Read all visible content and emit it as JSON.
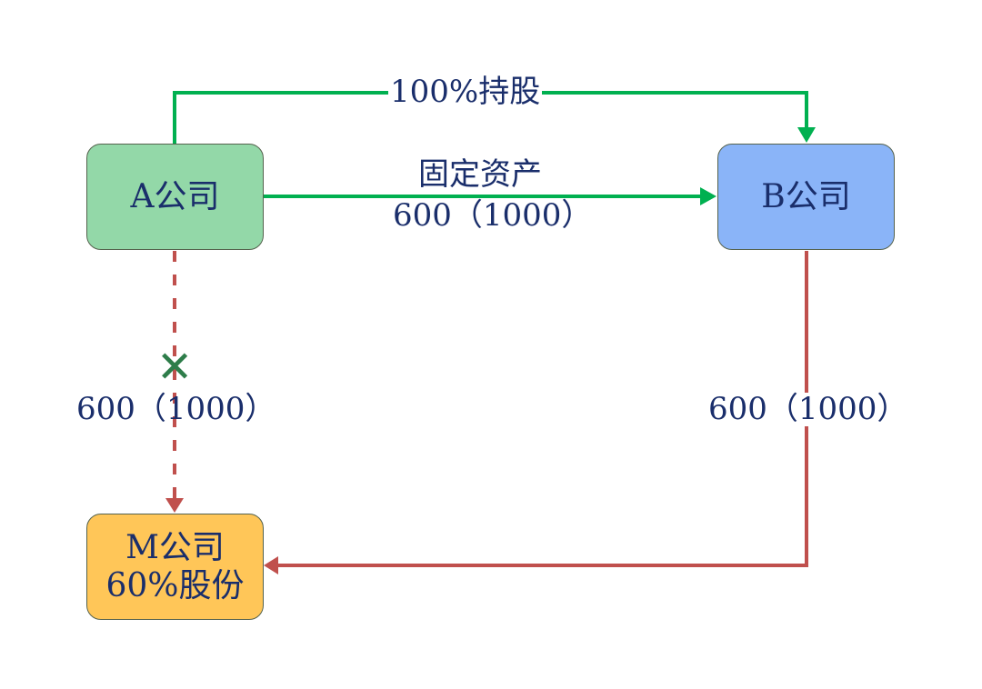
{
  "nodes": {
    "a": {
      "label": "A公司",
      "color": "#93d8a8"
    },
    "b": {
      "label": "B公司",
      "color": "#8ab4f8"
    },
    "m": {
      "line1": "M公司",
      "line2": "60%股份",
      "color": "#ffc658"
    }
  },
  "edges": {
    "ownership": {
      "label": "100%持股",
      "color": "#00b050"
    },
    "asset_transfer": {
      "label_top": "固定资产",
      "label_bottom": "600（1000）",
      "color": "#00b050"
    },
    "a_to_m": {
      "label": "600（1000）",
      "color": "#c0504d",
      "blocked_icon": "cross-icon"
    },
    "b_to_m": {
      "label": "600（1000）",
      "color": "#c0504d"
    }
  }
}
